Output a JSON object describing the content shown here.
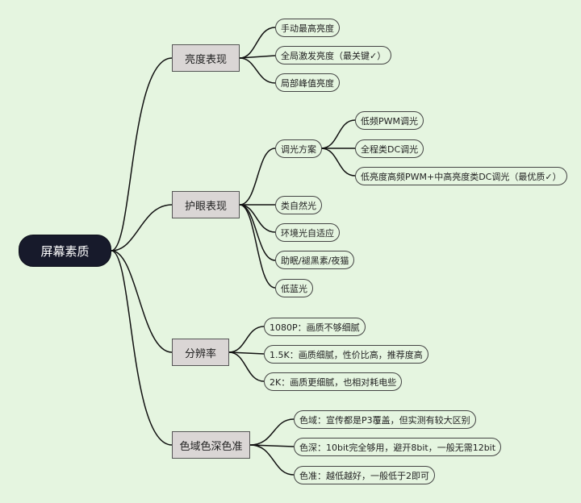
{
  "root": "屏幕素质",
  "branches": {
    "brightness": {
      "label": "亮度表现",
      "items": [
        "手动最高亮度",
        "全局激发亮度（最关键✓）",
        "局部峰值亮度"
      ]
    },
    "eye_care": {
      "label": "护眼表现",
      "dimming": {
        "label": "调光方案",
        "items": [
          "低频PWM调光",
          "全程类DC调光",
          "低亮度高频PWM+中高亮度类DC调光（最优质✓）"
        ]
      },
      "items": [
        "类自然光",
        "环境光自适应",
        "助眠/褪黑素/夜猫",
        "低蓝光"
      ]
    },
    "resolution": {
      "label": "分辨率",
      "items": [
        "1080P：画质不够细腻",
        "1.5K：画质细腻，性价比高，推荐度高",
        "2K：画质更细腻，也相对耗电些"
      ]
    },
    "color": {
      "label": "色域色深色准",
      "items": [
        "色域：宣传都是P3覆盖，但实测有较大区别",
        "色深：10bit完全够用，避开8bit，一般无需12bit",
        "色准：越低越好，一般低于2即可"
      ]
    }
  }
}
